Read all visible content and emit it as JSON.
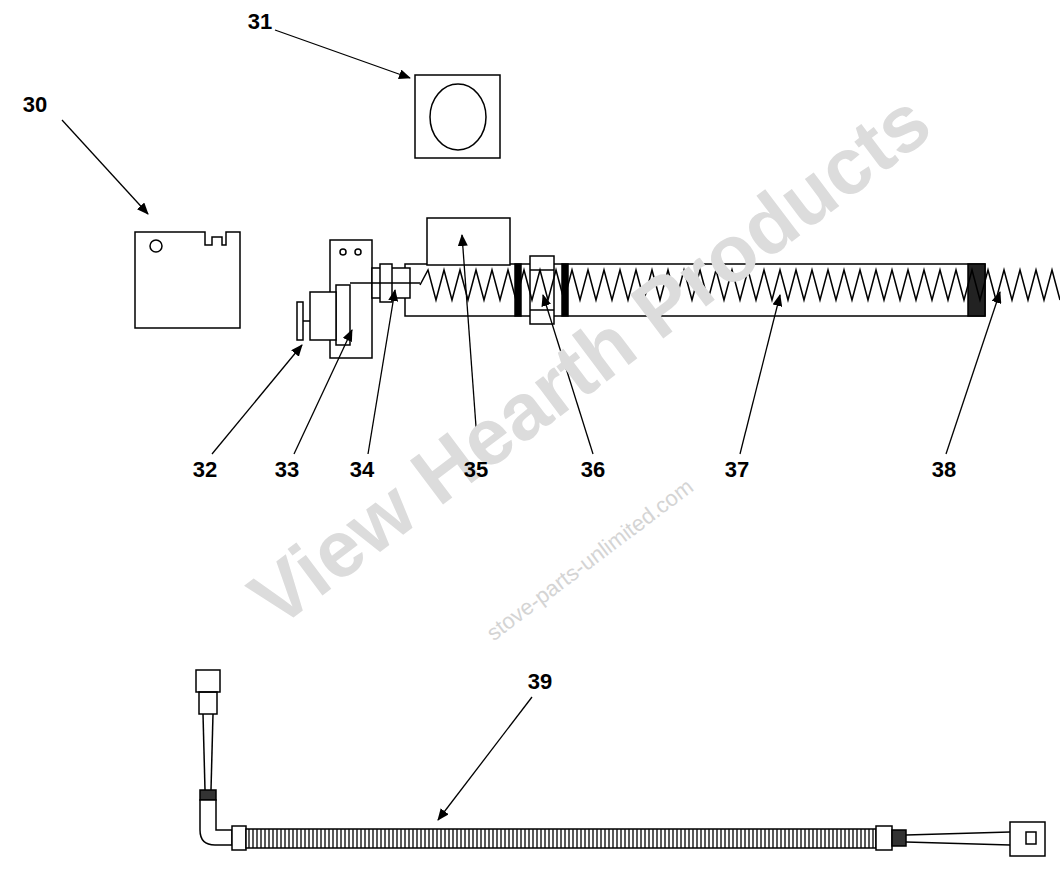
{
  "diagram": {
    "labels": [
      "31",
      "30",
      "32",
      "33",
      "34",
      "35",
      "36",
      "37",
      "38",
      "39",
      "View Hearth Products",
      "stove-parts-unlimited.com"
    ]
  }
}
